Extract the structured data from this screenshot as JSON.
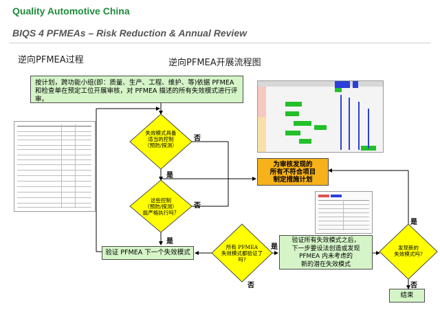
{
  "header": {
    "brand": "Quality Automotive China",
    "subtitle": "BIQS 4 PFMEAs – Risk Reduction & Annual Review"
  },
  "sections": {
    "left_title": "逆向PFMEA过程",
    "flow_title": "逆向PFMEA开展流程图"
  },
  "flow": {
    "start_box": "按计划，跨功能小组(即：质量、生产、工程、维护、等)依据 PFMEA 和检查单在预定工位开展审核，对 PFMEA 描述的所有失效模式进行评审。",
    "decision1": "失效模式具备\n适当的控制\n（预防/探测）",
    "decision2": "这些控制\n（预防/探测）\n能严格执行吗？",
    "action_box": "为审核发现的\n所有不符合项目\n制定措施计划",
    "next_mode": "验证 PFMEA 下一个失效模式",
    "decision3": "所有 PFMEA\n失效模式都验证了\n吗?",
    "verify_box": "验证所有失效模式之后，\n下一步要设法创造或发现\nPFMEA 内未考虑的\n新的潜在失效模式",
    "decision4": "发现新的\n失效模式吗?",
    "end": "结束"
  },
  "labels": {
    "no1": "否",
    "yes1": "是",
    "no2": "否",
    "yes2": "是",
    "yes3": "是",
    "no3": "否",
    "yes4": "是",
    "no4": "否"
  },
  "colors": {
    "brand": "#1f8a3a",
    "process_fill": "#d5f5c8",
    "decision_fill": "#ffff00",
    "action_fill": "#f7b21a",
    "gantt_green": "#22c02a",
    "gantt_blue": "#2b3fd9"
  }
}
